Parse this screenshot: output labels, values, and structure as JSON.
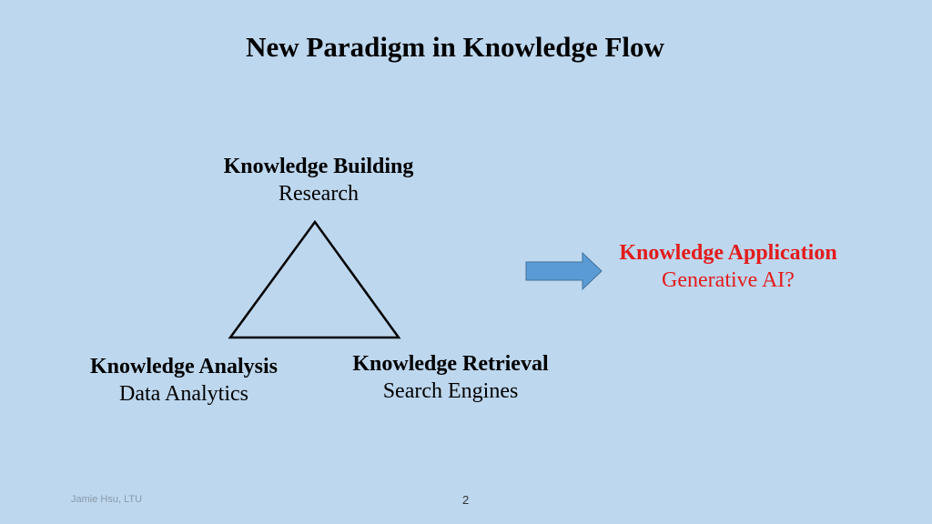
{
  "title": "New Paradigm in Knowledge Flow",
  "nodes": {
    "building": {
      "heading": "Knowledge Building",
      "sub": "Research"
    },
    "analysis": {
      "heading": "Knowledge Analysis",
      "sub": "Data Analytics"
    },
    "retrieval": {
      "heading": "Knowledge Retrieval",
      "sub": "Search Engines"
    },
    "application": {
      "heading": "Knowledge Application",
      "sub": "Generative AI?"
    }
  },
  "footer": {
    "author": "Jamie Hsu, LTU",
    "page_number": "2"
  },
  "colors": {
    "background": "#bdd7ee",
    "highlight": "#e31b1b",
    "arrow": "#5b9bd5"
  }
}
